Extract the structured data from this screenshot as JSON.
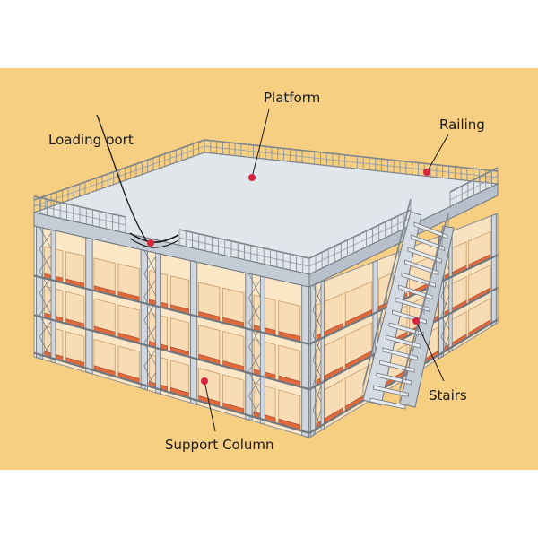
{
  "labels": {
    "platform": "Platform",
    "railing": "Railing",
    "loading_port": "Loading port",
    "stairs": "Stairs",
    "support_column": "Support Column"
  },
  "colors": {
    "background": "#f6cf82",
    "platform_deck": "#e1e6eb",
    "steel": "#cfd6de",
    "steel_edge": "#6f7781",
    "carton": "#f8dcb5",
    "pallet": "#e06a3c",
    "marker": "#d7263d"
  }
}
